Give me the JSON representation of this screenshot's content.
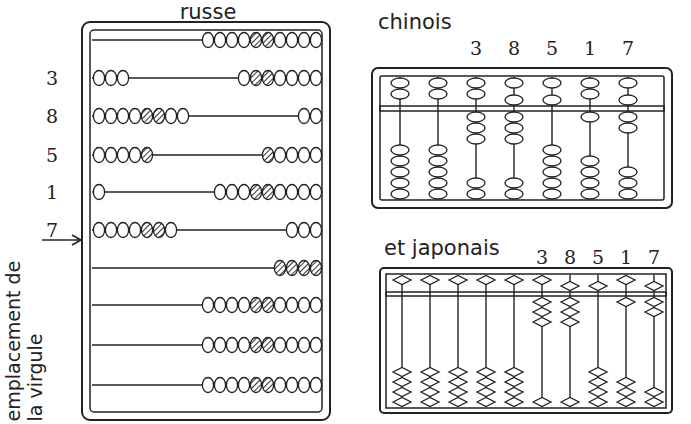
{
  "diagram": {
    "nodes": [
      {
        "text": [
          "russe"
        ]
      },
      {
        "text": [
          "chinois"
        ]
      },
      {
        "text": [
          "et japonais"
        ]
      }
    ],
    "labels": [
      "3",
      "8",
      "5",
      "1",
      "7",
      "3",
      "8",
      "5",
      "1",
      "7",
      "3",
      "8",
      "5",
      "1",
      "7",
      "emplacement de la virgule"
    ]
  }
}
